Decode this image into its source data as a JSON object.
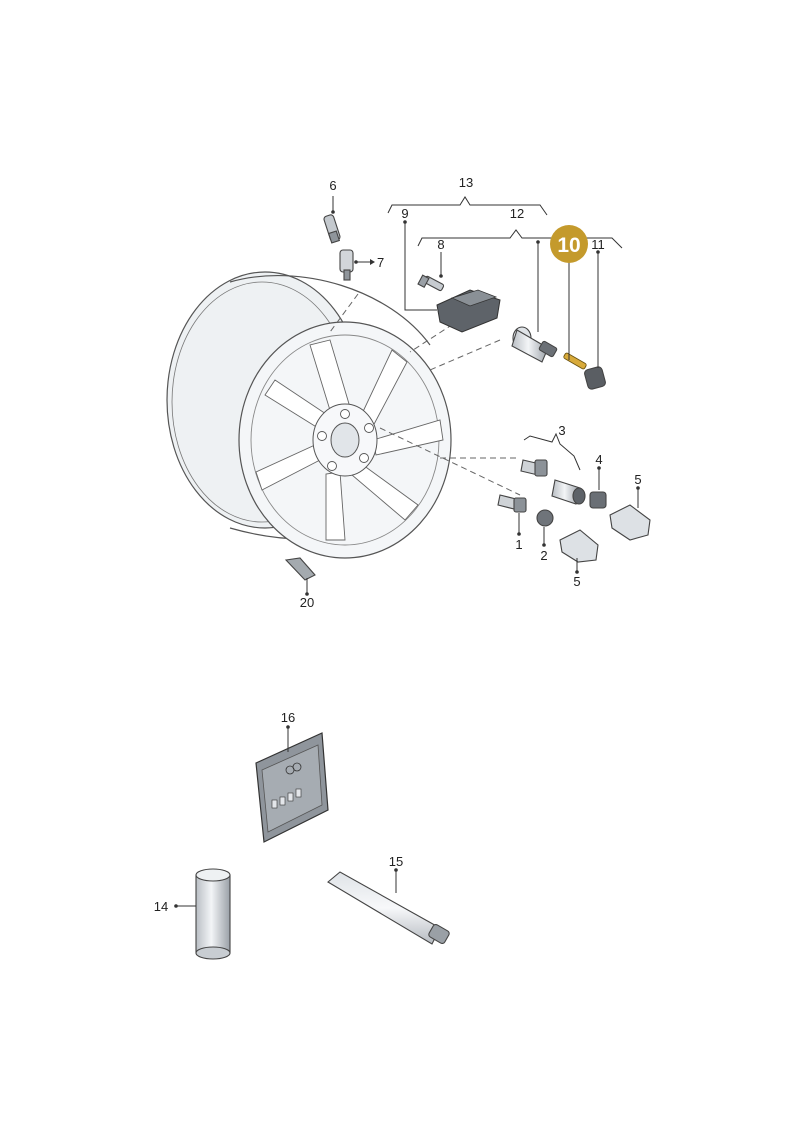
{
  "callouts": {
    "c1": "1",
    "c2": "2",
    "c3": "3",
    "c4": "4",
    "c5a": "5",
    "c5b": "5",
    "c6": "6",
    "c7": "7",
    "c8": "8",
    "c9": "9",
    "c10": "10",
    "c11": "11",
    "c12": "12",
    "c13": "13",
    "c14": "14",
    "c15": "15",
    "c16": "16",
    "c20": "20"
  },
  "highlight": {
    "callout": "10",
    "color": "#C49A2C"
  },
  "colors": {
    "line": "#333333",
    "part_fill": "#e9ecef",
    "part_dark": "#5a5e63"
  }
}
